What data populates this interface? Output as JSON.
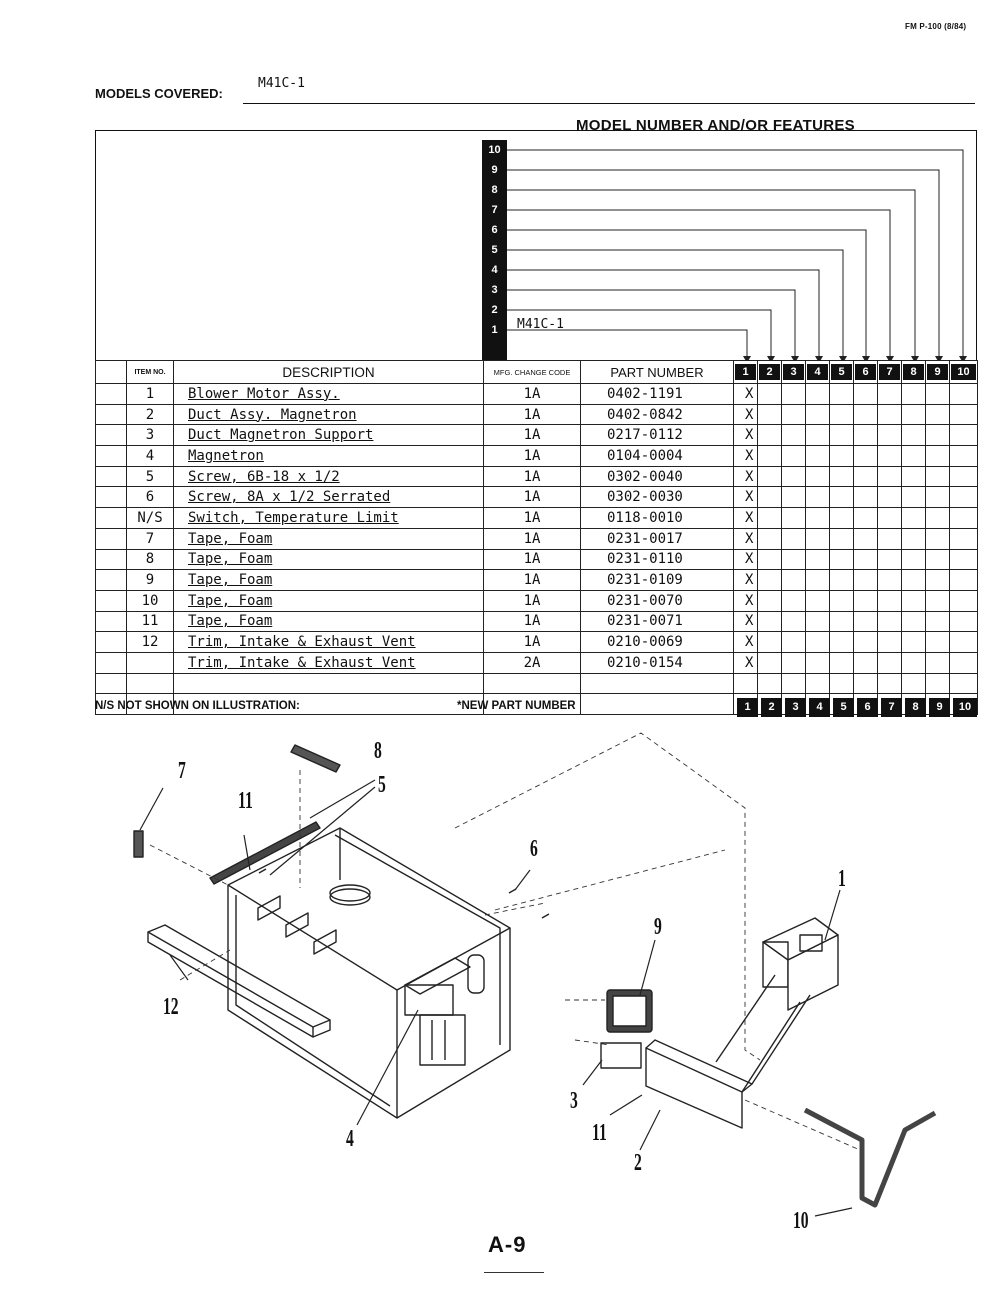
{
  "form_code": "FM P-100 (8/84)",
  "models_covered_label": "MODELS COVERED:",
  "models_covered_value": "M41C-1",
  "model_features_title": "MODEL NUMBER AND/OR FEATURES",
  "model_slots": [
    "1",
    "2",
    "3",
    "4",
    "5",
    "6",
    "7",
    "8",
    "9",
    "10"
  ],
  "model_slot_1_value": "M41C-1",
  "table_headers": {
    "item_no": "ITEM NO.",
    "description": "DESCRIPTION",
    "mfg_change_code": "MFG. CHANGE CODE",
    "part_number": "PART NUMBER"
  },
  "rows": [
    {
      "item": "1",
      "desc": "Blower Motor Assy.",
      "code": "1A",
      "part": "0402-1191",
      "x": "X"
    },
    {
      "item": "2",
      "desc": "Duct Assy. Magnetron",
      "code": "1A",
      "part": "0402-0842",
      "x": "X"
    },
    {
      "item": "3",
      "desc": "Duct Magnetron Support",
      "code": "1A",
      "part": "0217-0112",
      "x": "X"
    },
    {
      "item": "4",
      "desc": "Magnetron",
      "code": "1A",
      "part": "0104-0004",
      "x": "X"
    },
    {
      "item": "5",
      "desc": "Screw, 6B-18 x 1/2",
      "code": "1A",
      "part": "0302-0040",
      "x": "X"
    },
    {
      "item": "6",
      "desc": "Screw, 8A x 1/2 Serrated",
      "code": "1A",
      "part": "0302-0030",
      "x": "X"
    },
    {
      "item": "N/S",
      "desc": "Switch, Temperature Limit",
      "code": "1A",
      "part": "0118-0010",
      "x": "X"
    },
    {
      "item": "7",
      "desc": "Tape, Foam",
      "code": "1A",
      "part": "0231-0017",
      "x": "X"
    },
    {
      "item": "8",
      "desc": "Tape, Foam",
      "code": "1A",
      "part": "0231-0110",
      "x": "X"
    },
    {
      "item": "9",
      "desc": "Tape, Foam",
      "code": "1A",
      "part": "0231-0109",
      "x": "X"
    },
    {
      "item": "10",
      "desc": "Tape, Foam",
      "code": "1A",
      "part": "0231-0070",
      "x": "X"
    },
    {
      "item": "11",
      "desc": "Tape, Foam",
      "code": "1A",
      "part": "0231-0071",
      "x": "X"
    },
    {
      "item": "12",
      "desc": "Trim, Intake & Exhaust Vent",
      "code": "1A",
      "part": "0210-0069",
      "x": "X"
    },
    {
      "item": "",
      "desc": "Trim, Intake & Exhaust Vent",
      "code": "2A",
      "part": "0210-0154",
      "x": "X"
    },
    {
      "item": "",
      "desc": "",
      "code": "",
      "part": "",
      "x": ""
    },
    {
      "item": "",
      "desc": "",
      "code": "",
      "part": "",
      "x": ""
    }
  ],
  "footer": {
    "ns_note": "N/S NOT SHOWN ON ILLUSTRATION:",
    "new_part_note": "*NEW PART NUMBER"
  },
  "callouts": [
    "1",
    "2",
    "3",
    "4",
    "5",
    "6",
    "7",
    "8",
    "9",
    "10",
    "11",
    "11",
    "12"
  ],
  "page_number": "A-9"
}
